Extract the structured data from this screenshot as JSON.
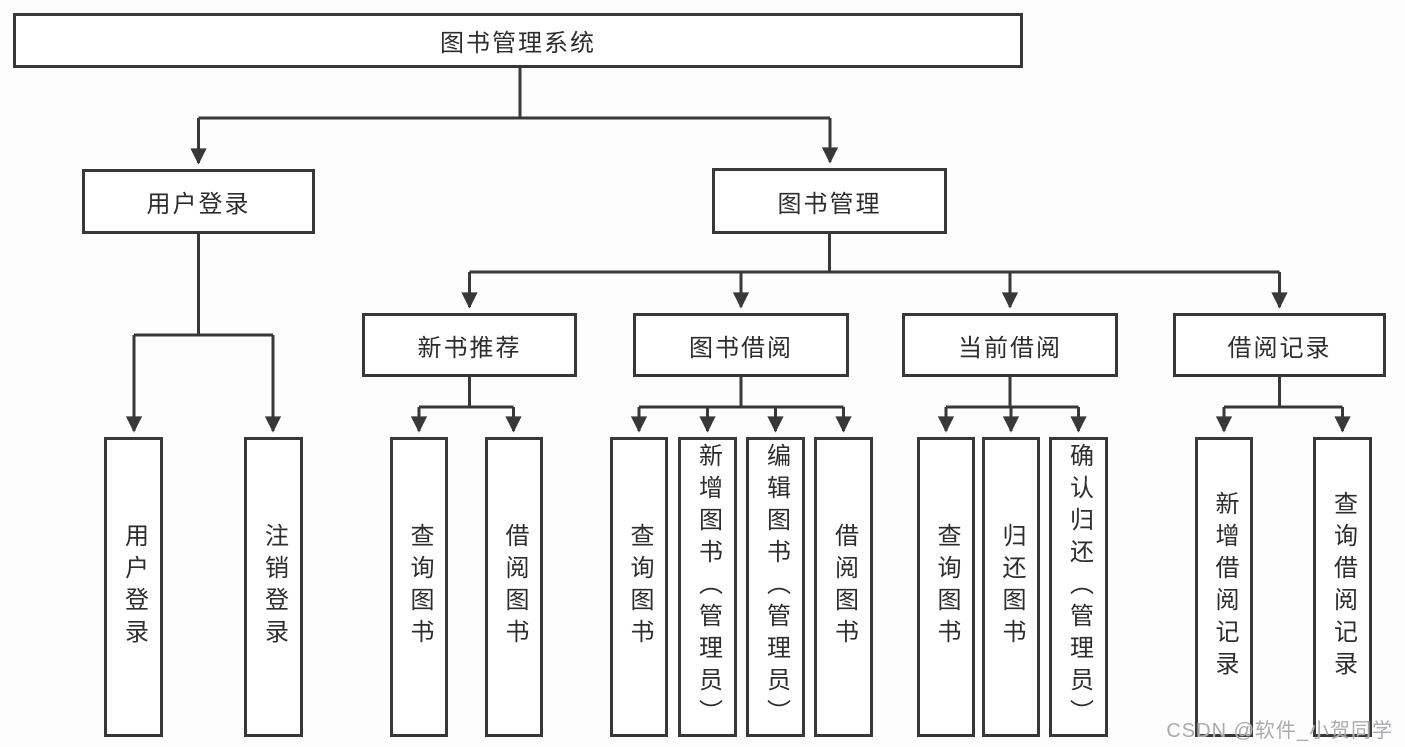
{
  "diagram": {
    "type": "hierarchy-structure-chart",
    "colors": {
      "line": "#383838",
      "box_border": "#383838",
      "box_fill": "#ffffff",
      "text": "#2d2d2d",
      "watermark": "#a9abb0",
      "background": "#fdfdfd"
    },
    "tree": {
      "root": "图书管理系统",
      "branches": [
        {
          "label": "用户登录",
          "leaves": [
            "用户登录",
            "注销登录"
          ]
        },
        {
          "label": "图书管理",
          "children": [
            {
              "label": "新书推荐",
              "leaves": [
                "查询图书",
                "借阅图书"
              ]
            },
            {
              "label": "图书借阅",
              "leaves": [
                "查询图书",
                "新增图书（管理员）",
                "编辑图书（管理员）",
                "借阅图书"
              ]
            },
            {
              "label": "当前借阅",
              "leaves": [
                "查询图书",
                "归还图书",
                "确认归还（管理员）"
              ]
            },
            {
              "label": "借阅记录",
              "leaves": [
                "新增借阅记录",
                "查询借阅记录"
              ]
            }
          ]
        }
      ]
    },
    "watermark": {
      "text": "CSDN @软件_小贺同学"
    }
  }
}
